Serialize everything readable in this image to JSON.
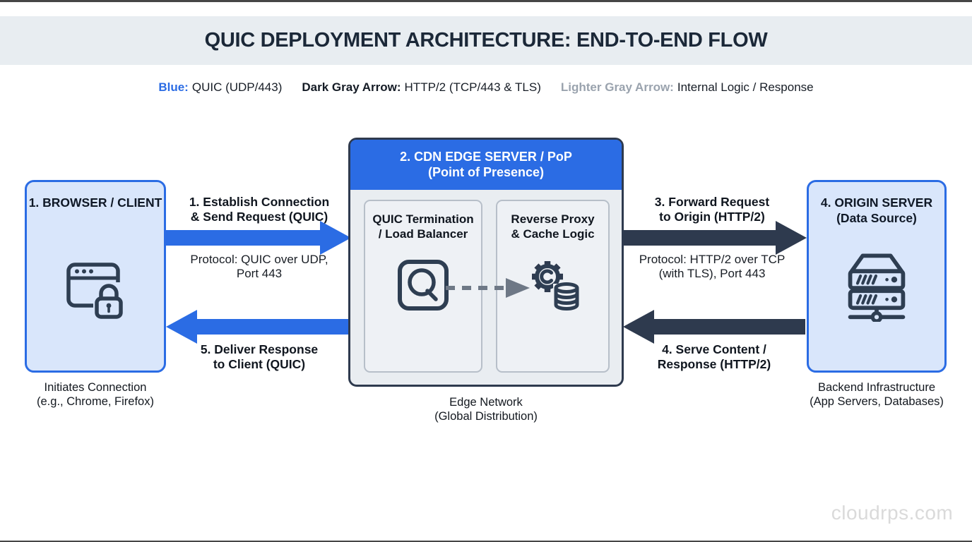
{
  "title": "QUIC DEPLOYMENT ARCHITECTURE: END-TO-END FLOW",
  "legend": {
    "items": [
      {
        "label": "Blue:",
        "text": "QUIC (UDP/443)",
        "label_color": "#2b6ce4"
      },
      {
        "label": "Dark Gray Arrow:",
        "text": "HTTP/2 (TCP/443 & TLS)",
        "label_color": "#141b25"
      },
      {
        "label": "Lighter Gray Arrow:",
        "text": "Internal Logic / Response",
        "label_color": "#9aa3ae"
      }
    ]
  },
  "nodes": {
    "client": {
      "title": "1. BROWSER / CLIENT",
      "icon": "browser-lock-icon",
      "caption_line1": "Initiates Connection",
      "caption_line2": "(e.g., Chrome, Firefox)"
    },
    "edge": {
      "title_line1": "2. CDN EDGE SERVER / PoP",
      "title_line2": "(Point of Presence)",
      "caption_line1": "Edge Network",
      "caption_line2": "(Global Distribution)",
      "panels": [
        {
          "title_line1": "QUIC Termination",
          "title_line2": "/ Load Balancer",
          "icon": "quic-q-icon"
        },
        {
          "title_line1": "Reverse Proxy",
          "title_line2": "& Cache Logic",
          "icon": "gear-database-icon"
        }
      ]
    },
    "origin": {
      "title_line1": "4. ORIGIN SERVER",
      "title_line2": "(Data Source)",
      "icon": "server-rack-icon",
      "caption_line1": "Backend Infrastructure",
      "caption_line2": "(App Servers, Databases)"
    }
  },
  "flows": {
    "establish": {
      "label_line1": "1. Establish Connection",
      "label_line2": "& Send Request (QUIC)",
      "protocol_line1": "Protocol: QUIC over UDP,",
      "protocol_line2": "Port 443"
    },
    "forward": {
      "label_line1": "3. Forward Request",
      "label_line2": "to Origin (HTTP/2)",
      "protocol_line1": "Protocol: HTTP/2 over TCP",
      "protocol_line2": "(with TLS), Port 443"
    },
    "serve": {
      "label_line1": "4. Serve Content /",
      "label_line2": "Response (HTTP/2)"
    },
    "deliver": {
      "label_line1": "5. Deliver Response",
      "label_line2": "to Client (QUIC)"
    }
  },
  "colors": {
    "blue_accent": "#2b6ce4",
    "dark_arrow": "#2e3a4e",
    "light_blue_fill": "#d9e6fb",
    "gray_arrow": "#6e7886",
    "title_band_bg": "#e8edf1"
  },
  "watermark": "cloudrps.com"
}
